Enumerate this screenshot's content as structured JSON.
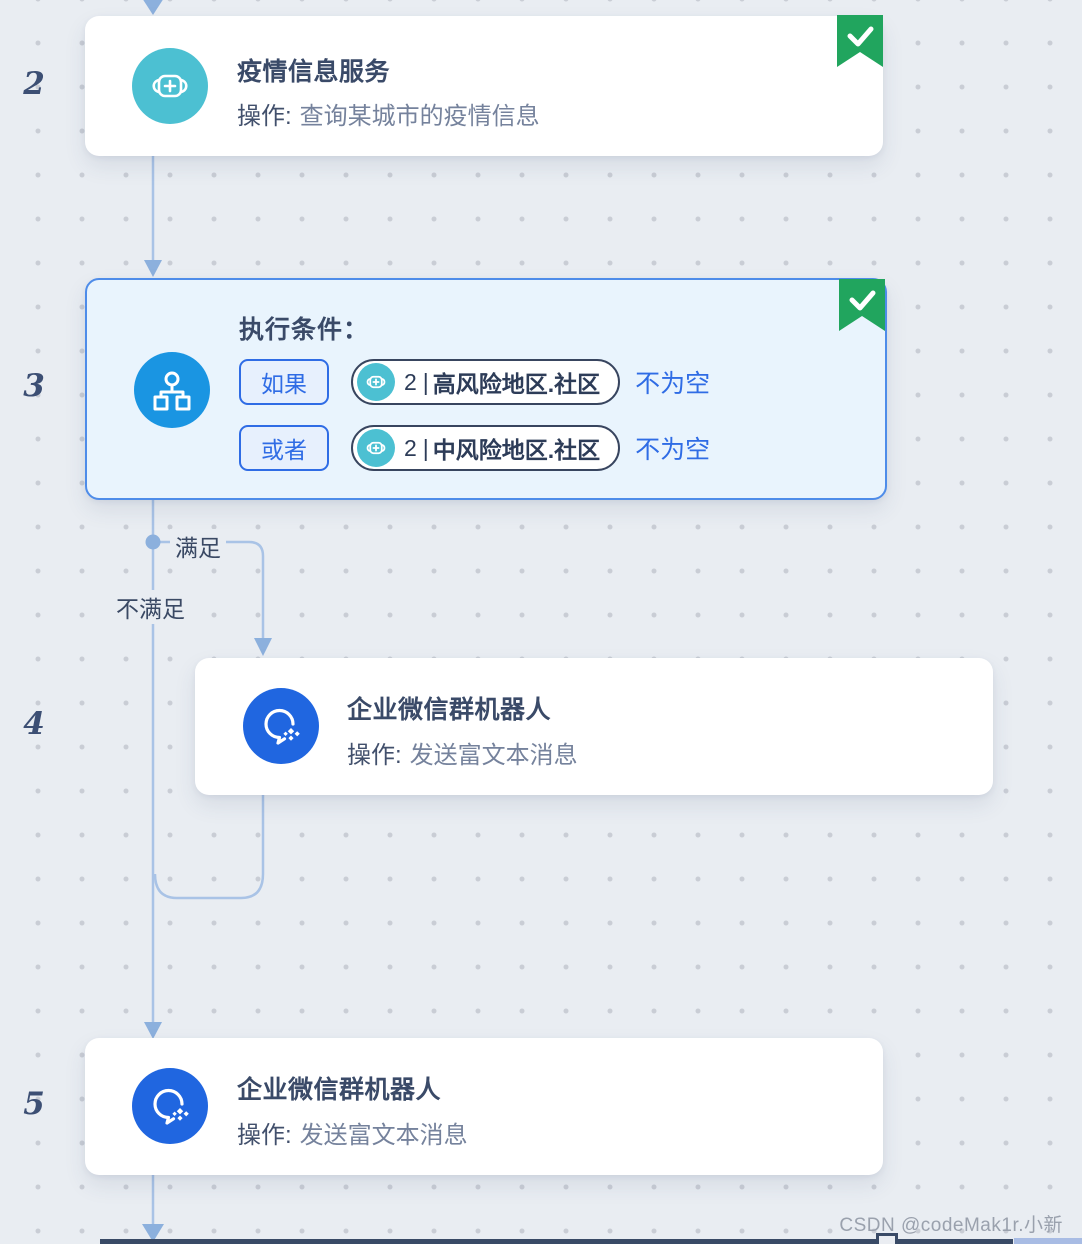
{
  "canvas": {
    "watermark": "CSDN @codeMak1r.小新"
  },
  "branches": {
    "satisfied": "满足",
    "not_satisfied": "不满足"
  },
  "steps": [
    {
      "index": "2",
      "icon": "mask-icon",
      "title": "疫情信息服务",
      "action_label": "操作:",
      "action_value": "查询某城市的疫情信息",
      "checked": true
    },
    {
      "index": "3",
      "icon": "org-branch-icon",
      "title": "执行条件：",
      "checked": true,
      "conditions": [
        {
          "keyword": "如果",
          "icon": "mask-icon",
          "ref": "2",
          "sep": "|",
          "field": "高风险地区.社区",
          "operator": "不为空"
        },
        {
          "keyword": "或者",
          "icon": "mask-icon",
          "ref": "2",
          "sep": "|",
          "field": "中风险地区.社区",
          "operator": "不为空"
        }
      ]
    },
    {
      "index": "4",
      "icon": "wecom-robot-icon",
      "title": "企业微信群机器人",
      "action_label": "操作:",
      "action_value": "发送富文本消息",
      "checked": false
    },
    {
      "index": "5",
      "icon": "wecom-robot-icon",
      "title": "企业微信群机器人",
      "action_label": "操作:",
      "action_value": "发送富文本消息",
      "checked": false
    }
  ],
  "colors": {
    "page_bg": "#e9edf2",
    "check_green": "#21a55e",
    "service_teal": "#4cc0d2",
    "condition_blue": "#1a95e2",
    "wecom_blue": "#2066e0",
    "link_blue": "#2f6ce5",
    "connector": "#a9c3e6",
    "card_border_blue": "#4e8ce9"
  }
}
